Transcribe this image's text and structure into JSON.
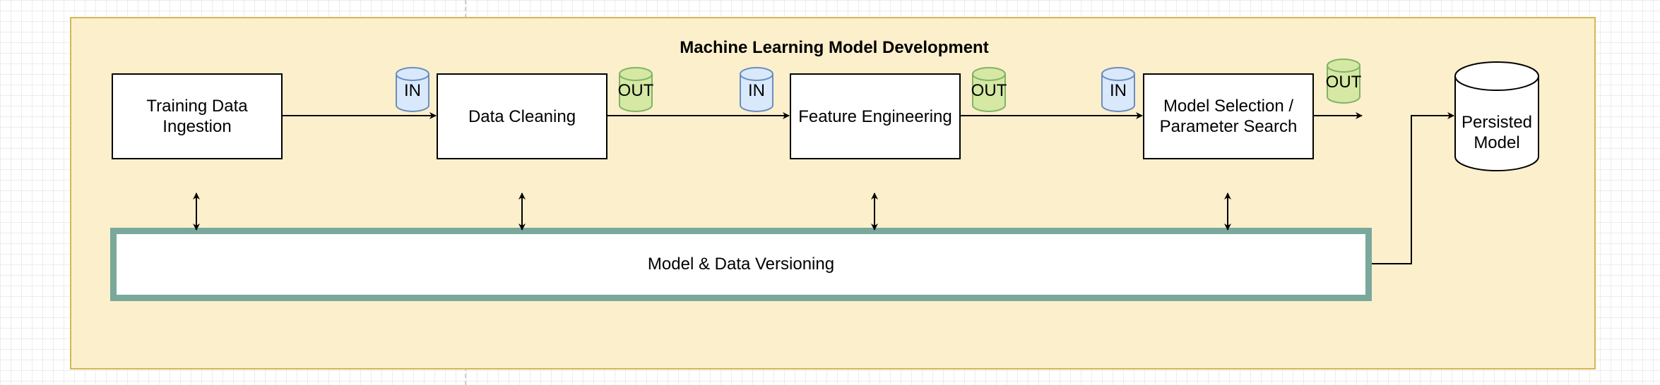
{
  "diagram": {
    "title": "Machine Learning Model Development",
    "colors": {
      "container_fill": "#fcefcb",
      "container_border": "#d6b656",
      "versioning_border": "#7aa89a",
      "in_fill": "#dae8fc",
      "in_border": "#6c8ebf",
      "out_fill": "#d5e8a4",
      "out_border": "#82b366"
    },
    "steps": {
      "ingestion": "Training Data\nIngestion",
      "cleaning": "Data Cleaning",
      "feature": "Feature Engineering",
      "selection": "Model Selection /\nParameter Search"
    },
    "versioning": "Model & Data Versioning",
    "stores": {
      "in_label": "IN",
      "out_label": "OUT",
      "persisted": "Persisted\nModel"
    }
  }
}
